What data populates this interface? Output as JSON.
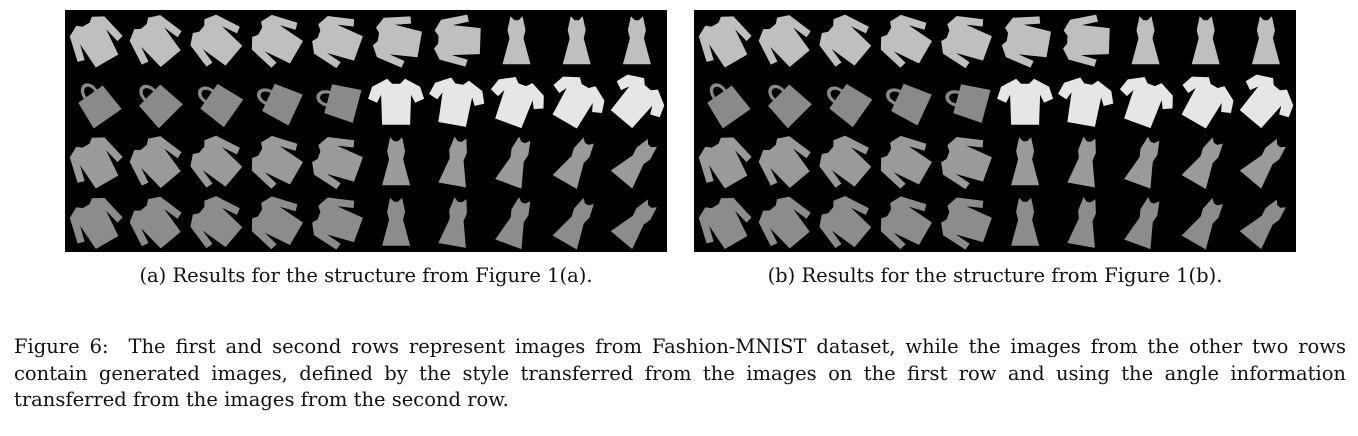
{
  "figure": {
    "label": "Figure 6:",
    "caption": "The first and second rows represent images from Fashion-MNIST dataset, while the images from the other two rows contain generated images, defined by the style transferred from the images on the first row and using the angle information transferred from the images from the second row."
  },
  "subfigures": [
    {
      "caption": "(a) Results for the structure from Figure 1(a).",
      "rows": [
        {
          "items": [
            "shirt",
            "shirt",
            "shirt",
            "shirt",
            "shirt",
            "shirt",
            "shirt",
            "dress",
            "dress",
            "dress"
          ],
          "angles": [
            -30,
            -40,
            -50,
            -60,
            -70,
            -80,
            -88,
            0,
            0,
            0
          ]
        },
        {
          "items": [
            "bag",
            "bag",
            "bag",
            "bag",
            "bag",
            "tshirt",
            "tshirt",
            "tshirt",
            "tshirt",
            "tshirt"
          ],
          "angles": [
            -35,
            -45,
            -55,
            -65,
            -75,
            0,
            10,
            20,
            30,
            40
          ]
        },
        {
          "items": [
            "shirt",
            "shirt",
            "shirt",
            "shirt",
            "shirt",
            "dress",
            "dress",
            "dress",
            "dress",
            "dress"
          ],
          "angles": [
            -30,
            -40,
            -50,
            -60,
            -70,
            0,
            10,
            20,
            30,
            40
          ]
        },
        {
          "items": [
            "shirt",
            "shirt",
            "shirt",
            "shirt",
            "shirt",
            "dress",
            "dress",
            "dress",
            "dress",
            "dress"
          ],
          "angles": [
            -30,
            -40,
            -50,
            -60,
            -70,
            0,
            10,
            20,
            30,
            40
          ]
        }
      ]
    },
    {
      "caption": "(b) Results for the structure from Figure 1(b).",
      "rows": [
        {
          "items": [
            "shirt",
            "shirt",
            "shirt",
            "shirt",
            "shirt",
            "shirt",
            "shirt",
            "dress",
            "dress",
            "dress"
          ],
          "angles": [
            -30,
            -40,
            -50,
            -60,
            -70,
            -80,
            -88,
            0,
            0,
            0
          ]
        },
        {
          "items": [
            "bag",
            "bag",
            "bag",
            "bag",
            "bag",
            "tshirt",
            "tshirt",
            "tshirt",
            "tshirt",
            "tshirt"
          ],
          "angles": [
            -35,
            -45,
            -55,
            -65,
            -75,
            0,
            10,
            20,
            30,
            40
          ]
        },
        {
          "items": [
            "shirt",
            "shirt",
            "shirt",
            "shirt",
            "shirt",
            "dress",
            "dress",
            "dress",
            "dress",
            "dress"
          ],
          "angles": [
            -30,
            -40,
            -50,
            -60,
            -70,
            0,
            10,
            20,
            30,
            40
          ]
        },
        {
          "items": [
            "shirt",
            "shirt",
            "shirt",
            "shirt",
            "shirt",
            "dress",
            "dress",
            "dress",
            "dress",
            "dress"
          ],
          "angles": [
            -30,
            -40,
            -50,
            -60,
            -70,
            0,
            10,
            20,
            30,
            40
          ]
        }
      ]
    }
  ],
  "colors": {
    "background": "#000000",
    "row_gray": [
      "#bfbfbf",
      "#8a8a8a",
      "#9a9a9a",
      "#8c8c8c"
    ],
    "tshirt_gray": "#e6e6e6"
  }
}
